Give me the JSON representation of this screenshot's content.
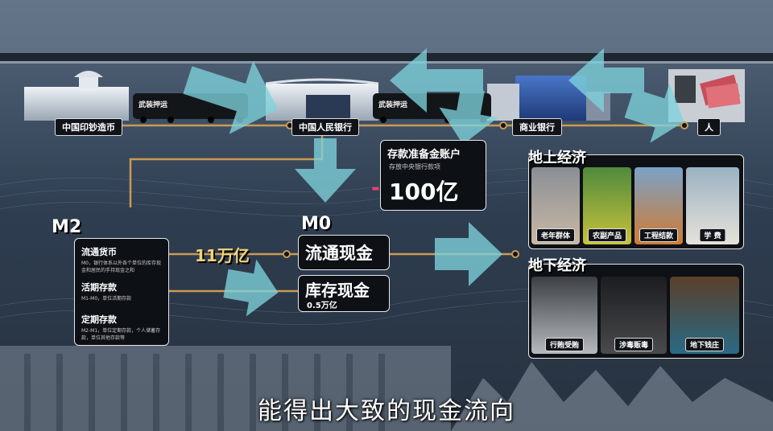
{
  "top_nodes": {
    "mint": "中国印钞造币",
    "pboc": "中国人民银行",
    "commercial_bank": "商业银行",
    "person": "人"
  },
  "van_labels": [
    "武装押运",
    "武装押运"
  ],
  "reserve": {
    "title": "存款准备金账户",
    "subtitle": "存放中央银行款项",
    "prefix": "-",
    "amount": "100亿"
  },
  "m2": {
    "title": "M2",
    "rows": [
      {
        "title": "流通货币",
        "desc": "M0，银行体系以外各个单位的库存现金和居民的手持现金之和"
      },
      {
        "title": "活期存款",
        "desc": "M1-M0，单位活期存款"
      },
      {
        "title": "定期存款",
        "desc": "M2-M1，单位定期存款，个人储蓄存款，单位其他存款等"
      }
    ]
  },
  "m0": {
    "title": "M0",
    "amount_label": "11万亿",
    "circulating": "流通现金",
    "inventory": "库存现金",
    "inventory_amount": "0.5万亿"
  },
  "above_ground": {
    "title": "地上经济",
    "items": [
      "老年群体",
      "农副产品",
      "工程结款",
      "学 费"
    ]
  },
  "underground": {
    "title": "地下经济",
    "items": [
      "行贿受贿",
      "涉毒贩毒",
      "地下钱庄"
    ]
  },
  "subtitle": "能得出大致的现金流向",
  "colors": {
    "arrow": "#7fd3dc",
    "line": "#c89a55",
    "gold_text": "#f3d27a",
    "box_bg": "#0d1014"
  }
}
